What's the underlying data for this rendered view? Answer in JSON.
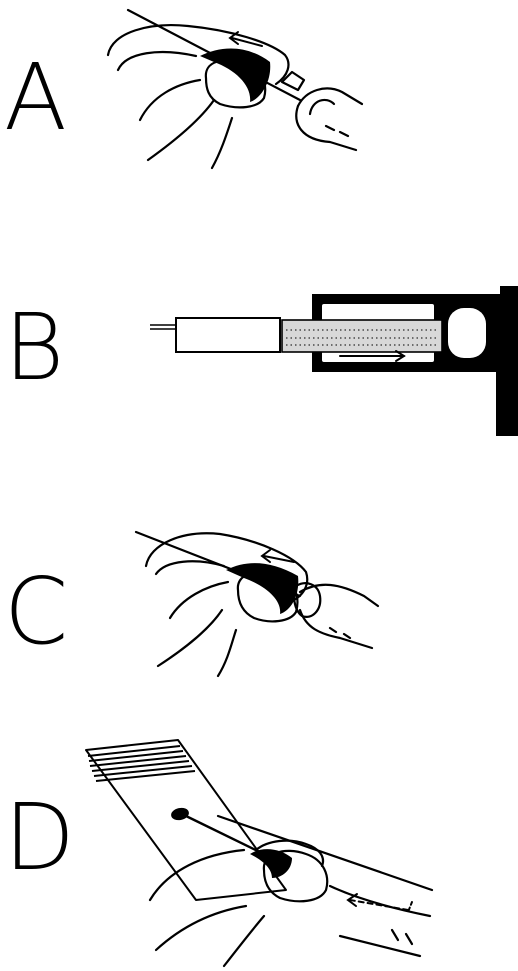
{
  "steps": [
    {
      "letter": "A"
    },
    {
      "letter": "B"
    },
    {
      "letter": "C"
    },
    {
      "letter": "D"
    }
  ],
  "colors": {
    "ink": "#000000",
    "paper": "#ffffff",
    "stipple": "#d8d8d8"
  }
}
